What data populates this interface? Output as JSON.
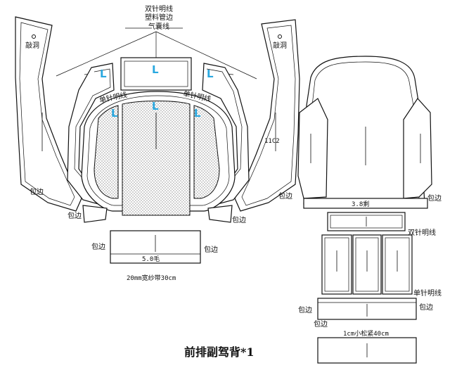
{
  "title": "前排副驾背*1",
  "labels": {
    "top_line1": "双针明线",
    "top_line2": "塑料管边",
    "top_line3": "气囊线",
    "hole_left": "敲洞",
    "hole_right": "敲洞",
    "code": "11C2",
    "single_needle_left": "单针明线",
    "single_needle_right": "单针明线",
    "binding_left": "包边",
    "binding_left2": "包边",
    "binding_right": "包边",
    "binding_right2": "包边",
    "binding_strip_left": "包边",
    "binding_strip_right": "包边",
    "strip_width": "5.0毛",
    "strip_note": "20mm宽纱带30cm",
    "back_width": "3.8剩",
    "double_needle": "双针明线",
    "single_needle": "单针明线",
    "bottom_binding_left": "包边",
    "bottom_binding_right": "包边",
    "bottom_binding_mid": "包边",
    "elastic_note": "1cm小松紧40cm",
    "L1": "L",
    "L2": "L",
    "L3": "L",
    "L4": "L",
    "L5": "L",
    "L6": "L"
  }
}
